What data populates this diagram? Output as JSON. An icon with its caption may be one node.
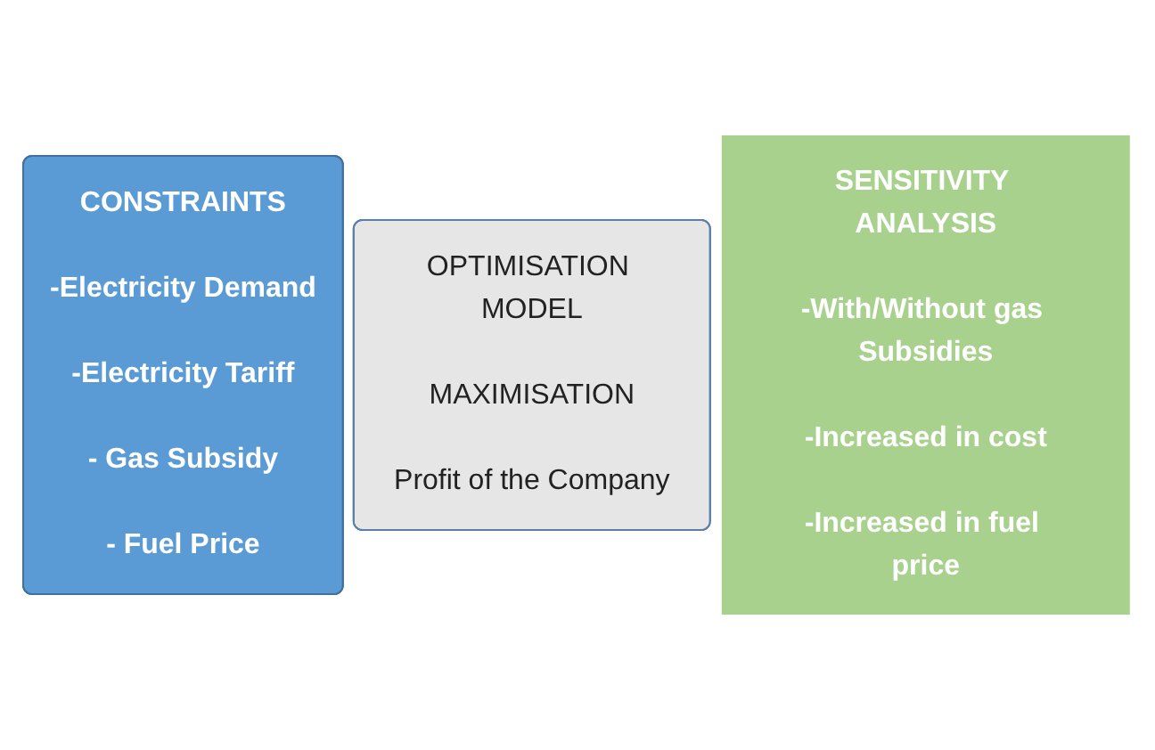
{
  "diagram": {
    "nodes": [
      {
        "text": [
          "CONSTRAINTS",
          "-Electricity Demand",
          "-Electricity Tariff",
          "- Gas Subsidy",
          "- Fuel Price"
        ]
      },
      {
        "text": [
          "OPTIMISATION MODEL",
          "MAXIMISATION",
          "Profit of the Company"
        ]
      },
      {
        "text": [
          "SENSITIVITY ANALYSIS",
          "-With/Without gas Subsidies",
          "-Increased in cost",
          "-Increased in fuel price"
        ]
      }
    ],
    "edges": []
  }
}
